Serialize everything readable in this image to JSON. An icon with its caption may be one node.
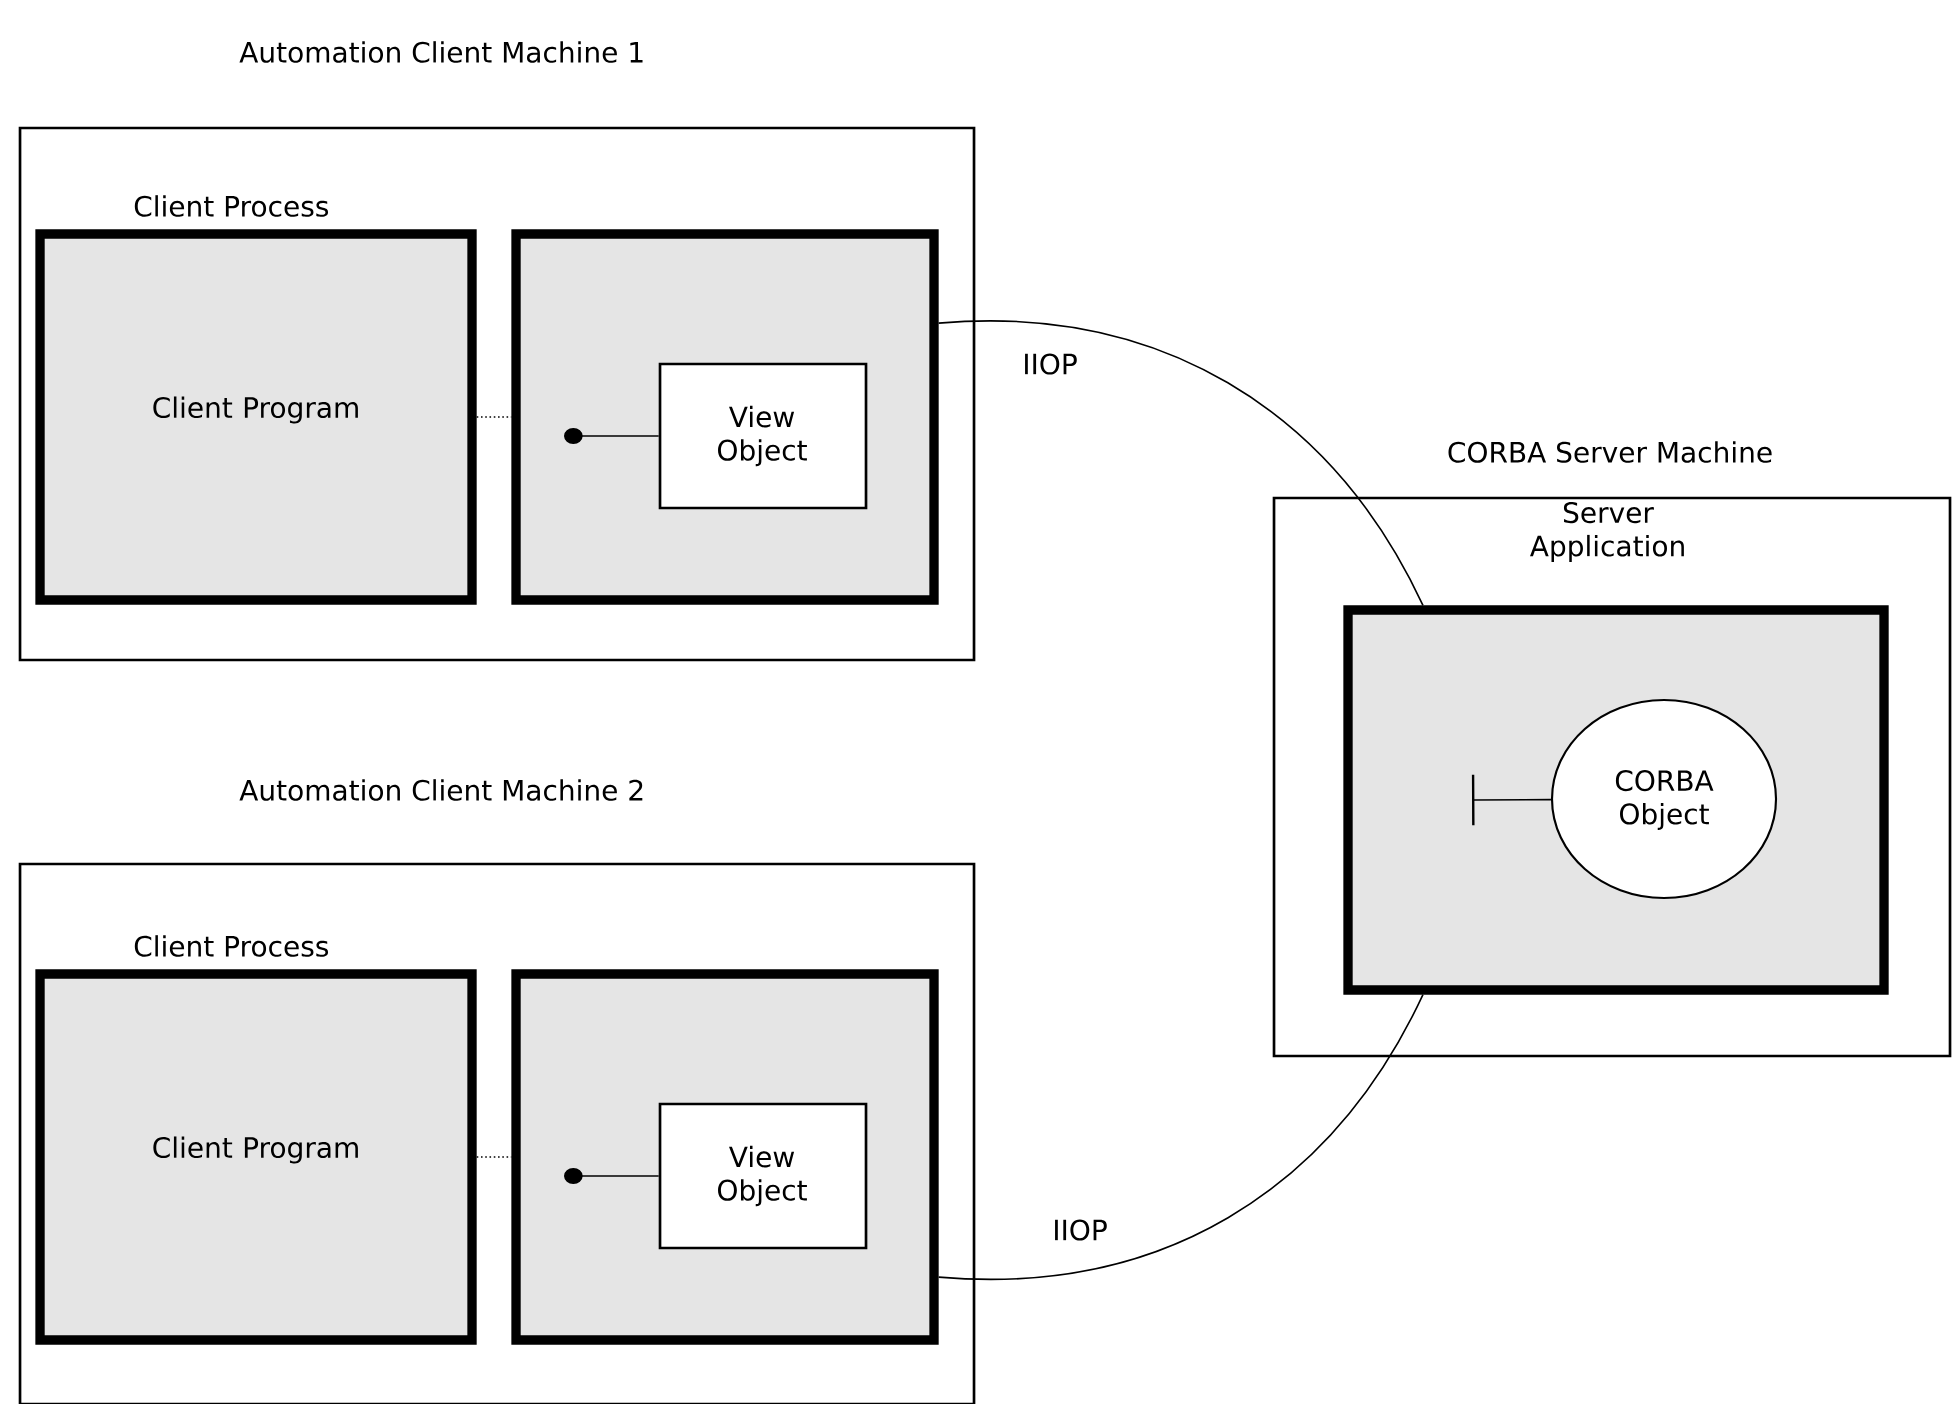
{
  "diagram": {
    "nodes": [
      {
        "text": [
          "Automation Client Machine 1"
        ]
      },
      {
        "text": [
          "Client Process",
          "Client Program"
        ],
        "in": 0
      },
      {
        "text": [],
        "shape": "box",
        "in": 0
      },
      {
        "text": [
          "View Object"
        ],
        "in": 2
      },
      {
        "text": [
          "Automation Client Machine 2"
        ]
      },
      {
        "text": [
          "Client Process",
          "Client Program"
        ],
        "in": 4
      },
      {
        "text": [],
        "shape": "box",
        "in": 4
      },
      {
        "text": [
          "View Object"
        ],
        "in": 6
      },
      {
        "text": [
          "CORBA Server Machine"
        ]
      },
      {
        "text": [
          "Server Application"
        ],
        "in": 8
      },
      {
        "text": [
          "CORBA Object"
        ],
        "in": 9
      }
    ],
    "edges": [
      {
        "from": 1,
        "to": 2,
        "arrow": "none",
        "style": "dashed"
      },
      {
        "from": null,
        "to": 3,
        "arrow": "other"
      },
      {
        "from": 5,
        "to": 6,
        "arrow": "none",
        "style": "dashed"
      },
      {
        "from": null,
        "to": 7,
        "arrow": "other"
      },
      {
        "from": null,
        "to": 10,
        "arrow": "other"
      },
      {
        "from": 2,
        "to": 9,
        "arrow": "none",
        "label": "IIOP"
      },
      {
        "from": 6,
        "to": 9,
        "arrow": "none",
        "label": "IIOP"
      }
    ]
  }
}
